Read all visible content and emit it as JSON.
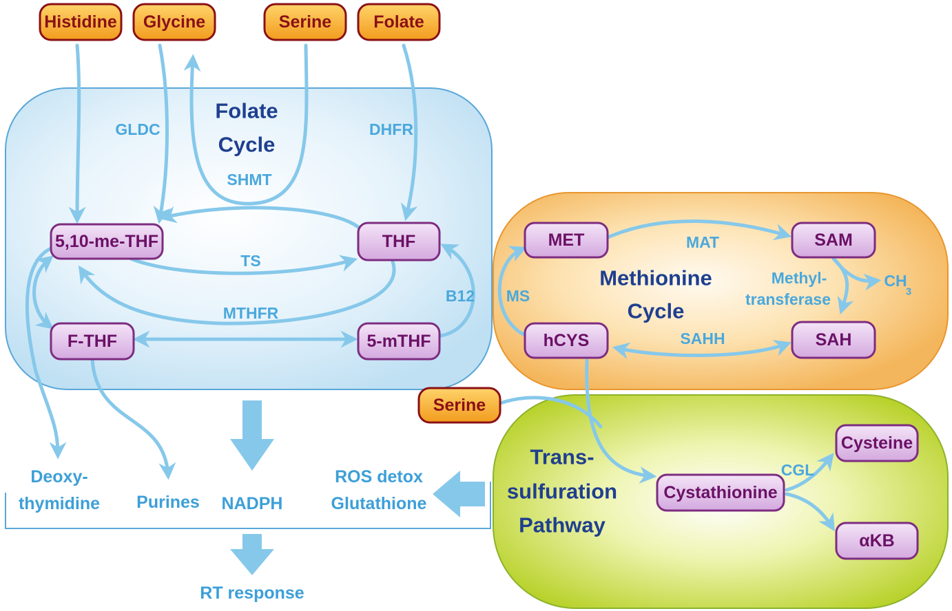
{
  "inputs": {
    "histidine": "Histidine",
    "glycine": "Glycine",
    "serine_top": "Serine",
    "folate": "Folate",
    "serine_mid": "Serine"
  },
  "cycles": {
    "folate": {
      "line1": "Folate",
      "line2": "Cycle"
    },
    "methionine": {
      "line1": "Methionine",
      "line2": "Cycle"
    },
    "transsulfuration": {
      "line1": "Trans-",
      "line2": "sulfuration",
      "line3": "Pathway"
    }
  },
  "metabolites": {
    "me_thf": "5,10-me-THF",
    "thf": "THF",
    "f_thf": "F-THF",
    "m_thf": "5-mTHF",
    "met": "MET",
    "sam": "SAM",
    "hcys": "hCYS",
    "sah": "SAH",
    "cystathionine": "Cystathionine",
    "cysteine": "Cysteine",
    "akb": "αKB"
  },
  "enzymes": {
    "gldc": "GLDC",
    "dhfr": "DHFR",
    "shmt": "SHMT",
    "ts": "TS",
    "mthfr": "MTHFR",
    "b12": "B12",
    "ms": "MS",
    "mat": "MAT",
    "methyltransferase_1": "Methyl-",
    "methyltransferase_2": "transferase",
    "ch3_main": "CH",
    "ch3_sub": "3",
    "sahh": "SAHH",
    "cgl": "CGL"
  },
  "outputs": {
    "deoxythymidine_1": "Deoxy-",
    "deoxythymidine_2": "thymidine",
    "purines": "Purines",
    "nadph": "NADPH",
    "ros_1": "ROS detox",
    "ros_2": "Glutathione",
    "rt_response": "RT response"
  },
  "colors": {
    "arrow": "#86c8ea",
    "enzyme_text": "#4aa8dc",
    "cycle_title": "#1f3f8f",
    "folate_cycle_fill": "#d7ecf8",
    "folate_cycle_border": "#5aa7d8",
    "methionine_cycle_fill": "#f7c878",
    "methionine_cycle_border": "#e8962e",
    "transsulfuration_fill": "#c5d93a",
    "transsulfuration_border": "#8cb22a",
    "input_fill": "#f5a623",
    "input_border": "#8a1016",
    "metabolite_fill": "#e3c6eb",
    "metabolite_border": "#7d2c80"
  }
}
